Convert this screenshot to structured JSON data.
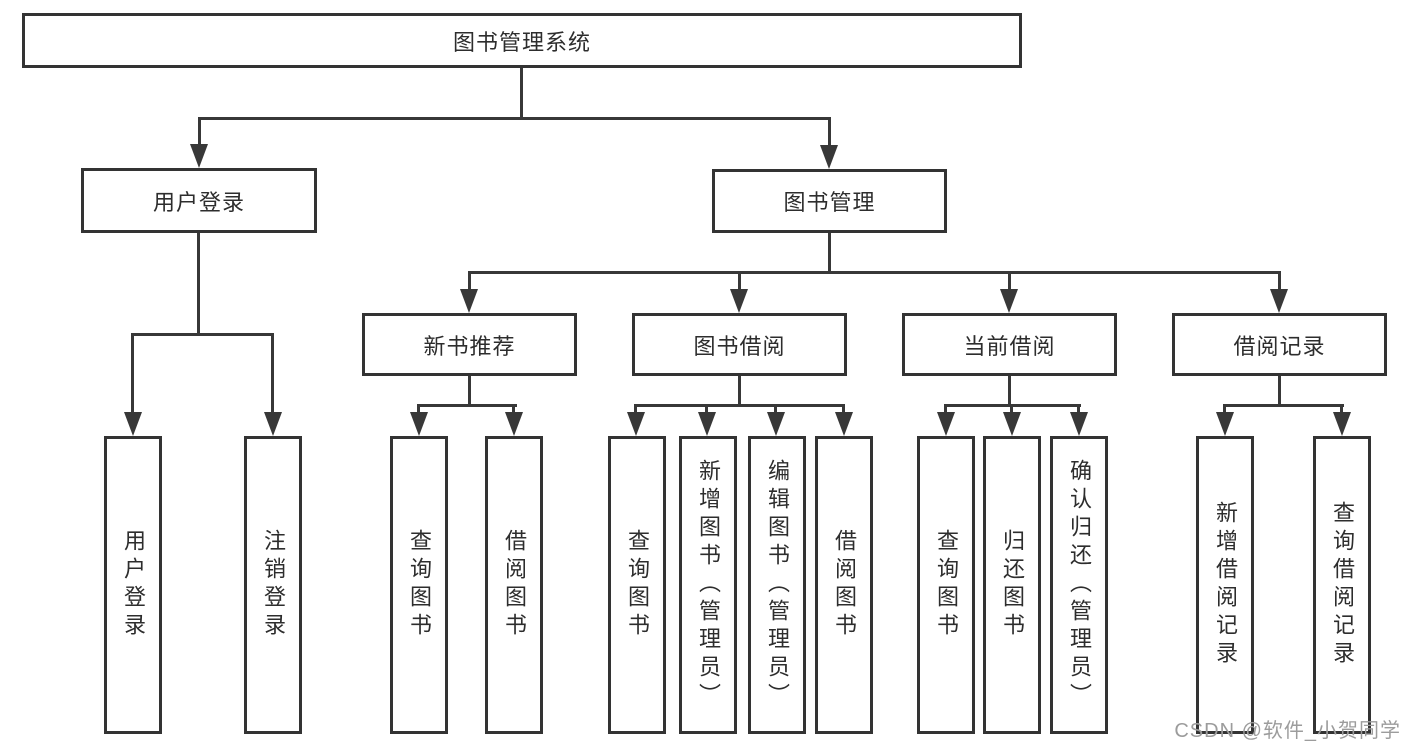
{
  "diagram": {
    "root": {
      "label": "图书管理系统"
    },
    "level2": {
      "user_login": {
        "label": "用户登录"
      },
      "book_management": {
        "label": "图书管理"
      }
    },
    "level3": {
      "new_book_recommend": {
        "label": "新书推荐"
      },
      "book_borrowing": {
        "label": "图书借阅"
      },
      "current_borrowing": {
        "label": "当前借阅"
      },
      "borrowing_records": {
        "label": "借阅记录"
      }
    },
    "leaves": {
      "user_login": [
        {
          "label": "用户登录"
        },
        {
          "label": "注销登录"
        }
      ],
      "new_book_recommend": [
        {
          "label": "查询图书"
        },
        {
          "label": "借阅图书"
        }
      ],
      "book_borrowing": [
        {
          "label": "查询图书"
        },
        {
          "label": "新增图书（管理员）"
        },
        {
          "label": "编辑图书（管理员）"
        },
        {
          "label": "借阅图书"
        }
      ],
      "current_borrowing": [
        {
          "label": "查询图书"
        },
        {
          "label": "归还图书"
        },
        {
          "label": "确认归还（管理员）"
        }
      ],
      "borrowing_records": [
        {
          "label": "新增借阅记录"
        },
        {
          "label": "查询借阅记录"
        }
      ]
    },
    "watermark": "CSDN @软件_小贺同学",
    "colors": {
      "line": "#383838",
      "box_border": "#333333",
      "text": "#2d2d2d",
      "background": "#ffffff",
      "watermark": "#9c9c9c"
    }
  }
}
